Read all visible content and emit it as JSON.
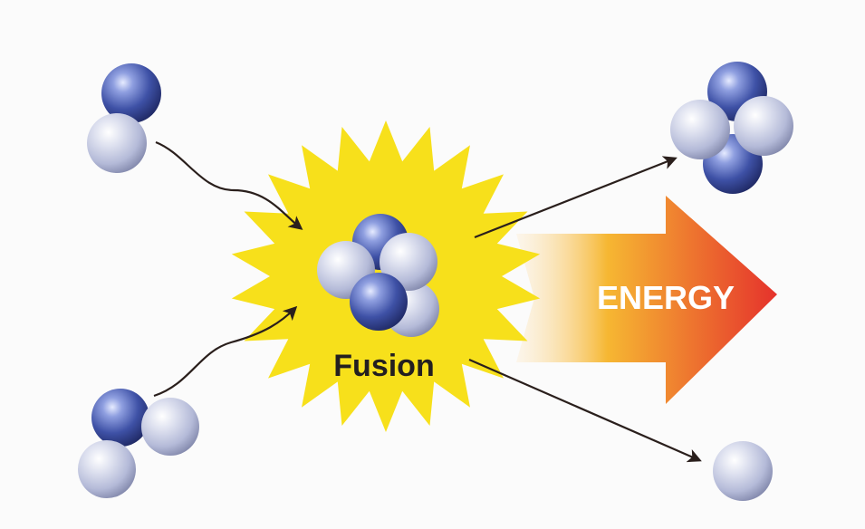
{
  "labels": {
    "center": "Fusion",
    "energy": "ENERGY"
  },
  "colors": {
    "proton": "#3e51a6",
    "neutron": "#b4bad8",
    "burst": "#f7e01b",
    "arrow_line": "#2a1f1c",
    "energy_start": "#fde9c6",
    "energy_mid": "#f6b732",
    "energy_end": "#e5322c",
    "energy_text": "#ffffff",
    "fusion_text": "#231f20"
  },
  "particles": {
    "deuterium_top": [
      "proton",
      "neutron"
    ],
    "tritium_bottom": [
      "proton",
      "neutron",
      "neutron"
    ],
    "helium_nucleus": [
      "proton",
      "neutron",
      "neutron",
      "proton"
    ],
    "free_neutron": [
      "neutron"
    ]
  }
}
